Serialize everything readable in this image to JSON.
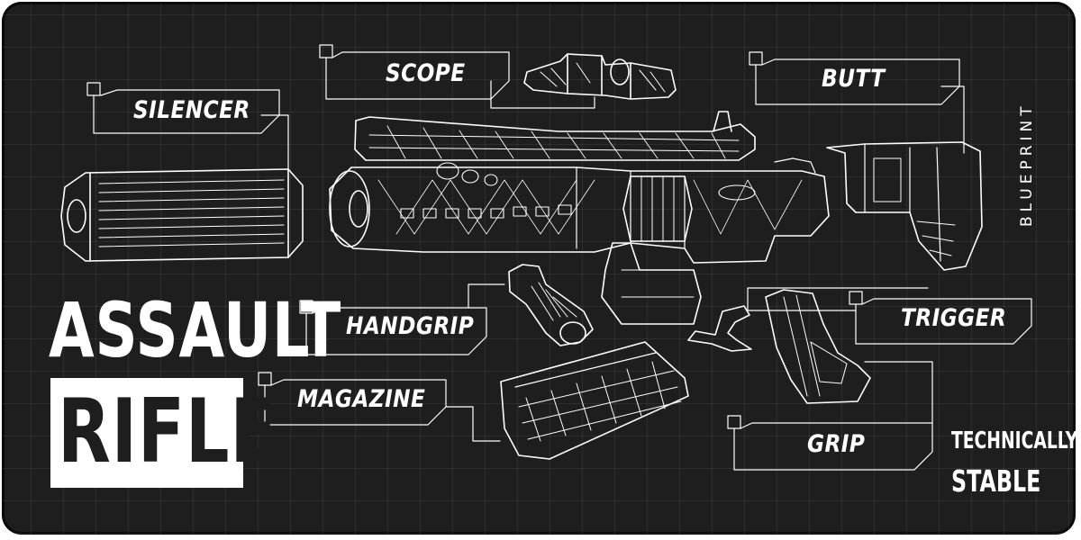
{
  "title": {
    "line1": "ASSAULT",
    "line2": "RIFLE"
  },
  "side_text": "BLUEPRINT",
  "brand": {
    "line1": "TECHNICALLY",
    "line2": "STABLE"
  },
  "parts": {
    "silencer": "SILENCER",
    "scope": "SCOPE",
    "butt": "BUTT",
    "handgrip": "HANDGRIP",
    "trigger": "TRIGGER",
    "magazine": "MAGAZINE",
    "grip": "GRIP"
  },
  "colors": {
    "background": "#1e1e1e",
    "line": "#ffffff",
    "grid": "#3a3a3a"
  },
  "icons": [
    "silencer-drawing",
    "scope-drawing",
    "rifle-body-drawing",
    "buttstock-drawing",
    "handgrip-drawing",
    "magazine-drawing",
    "trigger-drawing",
    "pistol-grip-drawing"
  ]
}
